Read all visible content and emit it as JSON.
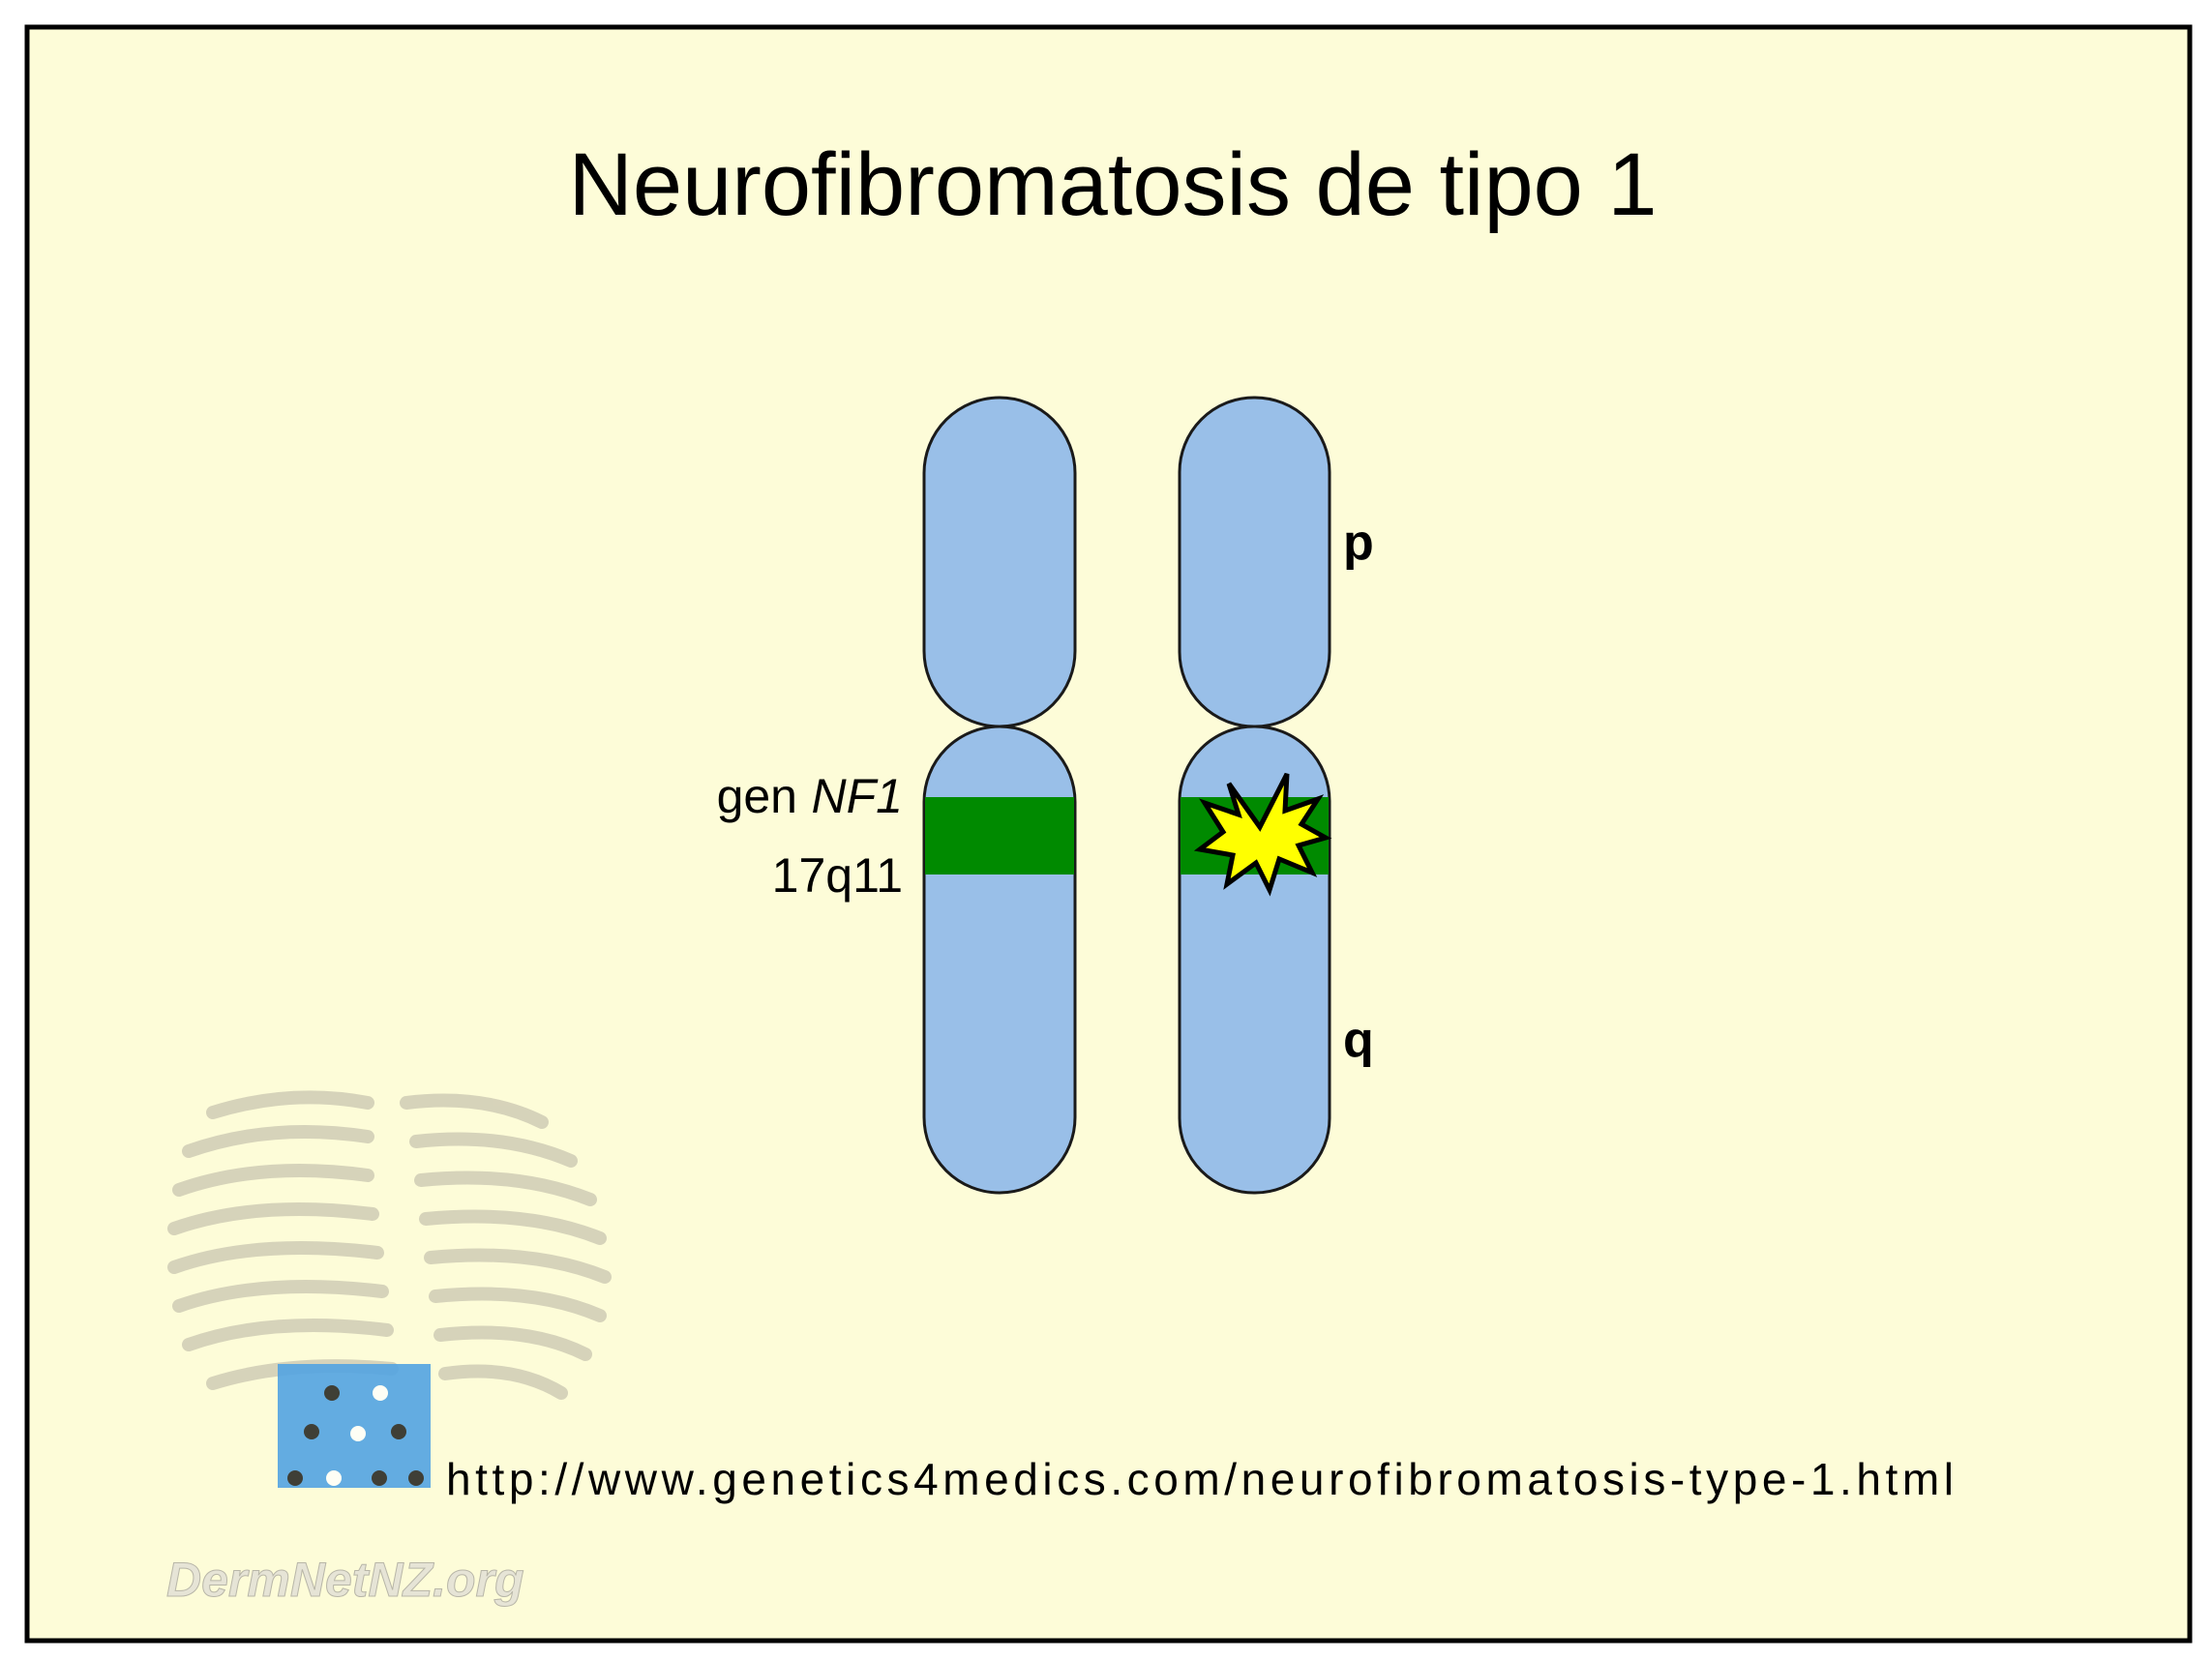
{
  "title": "Neurofibromatosis de tipo 1",
  "gene_label_prefix": "gen ",
  "gene_label_name": "NF1",
  "locus_label": "17q11",
  "arm_p_label": "p",
  "arm_q_label": "q",
  "source_url": "http://www.genetics4medics.com/neurofibromatosis-type-1.html",
  "watermark_text": "DermNetNZ.org",
  "colors": {
    "background": "#fdfcd8",
    "chromosome": "#99bfe8",
    "band": "#008a00",
    "mutation": "#ffff00",
    "logo_blue": "#1a86e6"
  }
}
